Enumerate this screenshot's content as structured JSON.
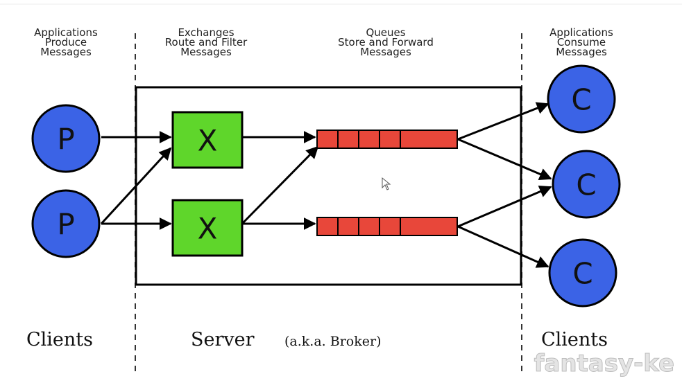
{
  "headers": {
    "producers": [
      "Applications",
      "Produce",
      "Messages"
    ],
    "exchanges": [
      "Exchanges",
      "Route and Filter",
      "Messages"
    ],
    "queues": [
      "Queues",
      "Store and Forward",
      "Messages"
    ],
    "consumers": [
      "Applications",
      "Consume",
      "Messages"
    ]
  },
  "nodes": {
    "producer_label": "P",
    "exchange_label": "X",
    "consumer_label": "C"
  },
  "sections": {
    "clients_left": "Clients",
    "server": "Server",
    "server_note": "(a.k.a. Broker)",
    "clients_right": "Clients"
  },
  "watermark": "fantasy-ke",
  "colors": {
    "producer_fill": "#3b63e6",
    "consumer_fill": "#3b63e6",
    "exchange_fill": "#5fd62b",
    "queue_fill": "#e8473a",
    "stroke": "#000000"
  }
}
